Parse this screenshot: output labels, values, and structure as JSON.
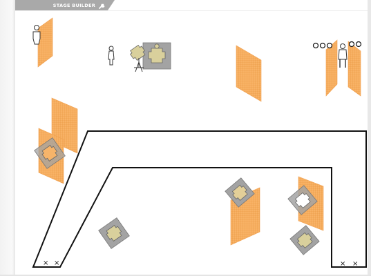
{
  "header": {
    "title": "STAGE BUILDER",
    "tool_icon": "wrench-icon"
  },
  "stage": {
    "colors": {
      "barrier": "#f6a64a",
      "barrier_edge": "#e9963a",
      "wall_line": "#111111",
      "target_plate": "#a8a8a8",
      "target_body": "#d8cf9c",
      "target_outline": "#6b6b6b"
    },
    "start_markers": [
      "×",
      "×",
      "×",
      "×"
    ],
    "icons": [
      "barrier-panel",
      "paper-target",
      "no-shoot-silhouette",
      "steel-plate-target",
      "steel-popper-icon",
      "target-stand-icon"
    ]
  }
}
